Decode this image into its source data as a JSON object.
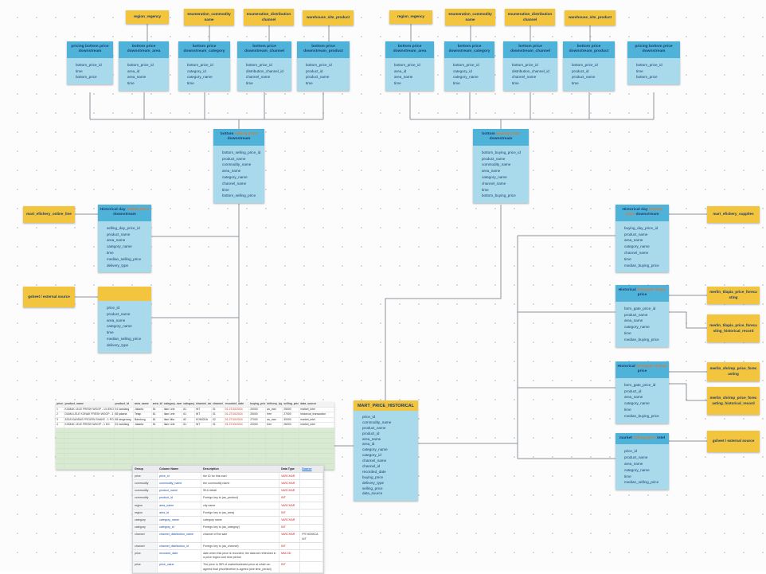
{
  "app": {
    "type": "diagram-whiteboard-canvas"
  },
  "colors": {
    "note_yellow": "#F3C53F",
    "entity_header_blue": "#4FB3D9",
    "entity_body_blue": "#A9DAEC",
    "text_navy": "#1A3C6E",
    "highlight_orange": "#E0762F",
    "connector_gray": "#8B939C",
    "sheet_green": "#D9EAD3"
  },
  "notes": {
    "region_l": "region_regency",
    "commodity_l": "enumeration_commodity name",
    "channel_l": "enumeration_distribution channel",
    "product_l": "warehouse_site_product",
    "region_r": "region_regency",
    "commodity_r": "enumeration_commodity name",
    "channel_r": "enumeration_distribution channel",
    "product_r": "warehouse_site_product",
    "mart_line": "mart_efishery_online_line",
    "gsheet_left": "gsheet / external source",
    "mart_supplies": "mart_efishery_supplies",
    "tilapia_fc": "merlin_tilapia_price_forecasting",
    "tilapia_rec": "merlin_tilapia_price_forecasting_historical_record",
    "shrimp_fc": "merlin_shrimp_price_forecasting",
    "shrimp_rec": "merlin_shrimp_price_forecasting_historical_record",
    "gsheet_right": "gsheet / external source"
  },
  "entities": {
    "l_pricing": {
      "title": "pricing bottom price downstream",
      "fields": [
        "bottom_price_id",
        "time",
        "bottom_price"
      ]
    },
    "l_area": {
      "title": "bottom price downstream_area",
      "fields": [
        "bottom_price_id",
        "area_id",
        "area_name",
        "time"
      ]
    },
    "l_category": {
      "title": "bottom price downstream_category",
      "fields": [
        "bottom_price_id",
        "category_id",
        "category_name",
        "time"
      ]
    },
    "l_channel": {
      "title": "bottom price downstream_channel",
      "fields": [
        "bottom_price_id",
        "distribution_channel_id",
        "channel_name",
        "time"
      ]
    },
    "l_product": {
      "title": "bottom price downstream_product",
      "fields": [
        "bottom_price_id",
        "product_id",
        "product_name",
        "time"
      ]
    },
    "selling": {
      "title": "bottom selling price downstream",
      "title_parts": [
        [
          "bottom ",
          0
        ],
        [
          "selling price",
          1
        ],
        [
          " downstream",
          0
        ]
      ],
      "fields": [
        "bottom_selling_price_id",
        "product_name",
        "commodity_name",
        "area_name",
        "category_name",
        "channel_name",
        "time",
        "bottom_selling_price"
      ]
    },
    "r_area": {
      "title": "bottom price downstream_area",
      "fields": [
        "bottom_price_id",
        "area_id",
        "area_name",
        "time"
      ]
    },
    "r_category": {
      "title": "bottom price downstream_category",
      "fields": [
        "bottom_price_id",
        "category_id",
        "category_name",
        "time"
      ]
    },
    "r_channel": {
      "title": "bottom price downstream_channel",
      "fields": [
        "bottom_price_id",
        "distribution_channel_id",
        "channel_name",
        "time"
      ]
    },
    "r_product": {
      "title": "bottom price downstream_product",
      "fields": [
        "bottom_price_id",
        "product_id",
        "product_name",
        "time"
      ]
    },
    "r_pricing": {
      "title": "pricing bottom price downstream",
      "fields": [
        "bottom_price_id",
        "time",
        "bottom_price"
      ]
    },
    "buying": {
      "title": "bottom Buying price downstream",
      "title_parts": [
        [
          "bottom ",
          0
        ],
        [
          "Buying price",
          1
        ],
        [
          " downstream",
          0
        ]
      ],
      "fields": [
        "bottom_buying_price_id",
        "product_name",
        "commodity_name",
        "area_name",
        "category_name",
        "channel_name",
        "time",
        "bottom_buying_price"
      ]
    },
    "hist_selling": {
      "title": "Historical day selling price downstream",
      "title_parts": [
        [
          "Historical day ",
          0
        ],
        [
          "selling price",
          1
        ],
        [
          " downstream",
          0
        ]
      ],
      "fields": [
        "selling_day_price_id",
        "product_name",
        "area_name",
        "category_name",
        "time",
        "median_selling_price",
        "delivery_type"
      ]
    },
    "ext_selling": {
      "title": "",
      "fields": [
        "price_id",
        "product_name",
        "area_name",
        "category_name",
        "time",
        "median_selling_price",
        "delivery_type"
      ]
    },
    "hist_buying": {
      "title": "Historical day Buying price downstream",
      "title_parts": [
        [
          "Historical day ",
          0
        ],
        [
          "Buying price",
          1
        ],
        [
          " downstream",
          0
        ]
      ],
      "fields": [
        "buying_day_price_id",
        "product_name",
        "area_name",
        "category_name",
        "channel_name",
        "time",
        "median_buying_price"
      ]
    },
    "farmgate_tilapia": {
      "title": "Historical farmgate tilapia price",
      "title_parts": [
        [
          "Historical ",
          0
        ],
        [
          "farmgate tilapia",
          1
        ],
        [
          " price",
          0
        ]
      ],
      "fields": [
        "farm_gate_price_id",
        "product_name",
        "area_name",
        "category_name",
        "time",
        "median_buying_price"
      ]
    },
    "farmgate_shrimp": {
      "title": "Historical farmgate shrimp price",
      "title_parts": [
        [
          "Historical ",
          0
        ],
        [
          "farmgate shrimp",
          1
        ],
        [
          " price",
          0
        ]
      ],
      "fields": [
        "farm_gate_price_id",
        "product_id",
        "area_name",
        "category_name",
        "time",
        "median_buying_price"
      ]
    },
    "market_intel": {
      "title": "market selling price intel",
      "title_parts": [
        [
          "market ",
          0
        ],
        [
          "selling price",
          1
        ],
        [
          " intel",
          0
        ]
      ],
      "fields": [
        "price_id",
        "product_name",
        "area_name",
        "category_name",
        "time",
        "median_selling_price"
      ]
    },
    "mart": {
      "title": "MART_PRICE_HISTORICAL",
      "fields": [
        "price_id",
        "commodity_name",
        "product_name",
        "product_id",
        "area_name",
        "area_id",
        "category_name",
        "category_id",
        "channel_name",
        "channel_id",
        "recorded_date",
        "buying_price",
        "delivery_type",
        "selling_price",
        "data_source"
      ]
    }
  },
  "sheet": {
    "headers": [
      "price_id",
      "product_name",
      "product_id",
      "area_name",
      "area_id",
      "category_name",
      "category_id",
      "channel_name",
      "channel_id",
      "recorded_date",
      "buying_price",
      "delivery_type",
      "selling_price",
      "data_source"
    ],
    "rows": [
      [
        "1",
        "KOMAK LELE FRESH WGGP - 1/4 EKOR/KG",
        "51 kandang",
        "Jakarta",
        "51",
        "Ikan Lele",
        "61",
        "WT",
        "01",
        "01-27/10/2024",
        "20000",
        "as_own",
        "25000",
        "market_intel"
      ],
      [
        "2",
        "DUMA LELE KONAK FRESH WGGP - 1 EKOR",
        "85 jakarta",
        "Tetap",
        "61",
        "Ikan Lele",
        "61",
        "WT",
        "01",
        "01-27/10/2024",
        "25000",
        "free",
        "27000",
        "historical_transaction"
      ],
      [
        "3",
        "ATAS KANSAS FROZEN SHAKE - 1 PCS/KT",
        "85 tangerang",
        "Bandung",
        "61",
        "Ikan Nila",
        "62",
        "KOMODA",
        "02",
        "01-27/10/2024",
        "27000",
        "as_own",
        "30000",
        "market_intel"
      ],
      [
        "4",
        "KOMAK LELE FRESH WGGP - 1 KG",
        "51 kandang",
        "Jakarta",
        "51",
        "Ikan Lele",
        "61",
        "WT",
        "01",
        "01-27/10/2024",
        "22000",
        "free",
        "26000",
        "market_intel"
      ]
    ],
    "empty_rows": 8
  },
  "dictionary": {
    "headers": [
      "Group",
      "Column Name",
      "Description",
      "Data Type",
      "Source"
    ],
    "rows": [
      [
        "price",
        "price_id",
        "the ID for this mart",
        "VARCHAR",
        ""
      ],
      [
        "commodity",
        "commodity_name",
        "the commodity name",
        "VARCHAR",
        ""
      ],
      [
        "commodity",
        "product_name",
        "SKU detail",
        "VARCHAR",
        ""
      ],
      [
        "commodity",
        "product_id",
        "Foreign key to (as_product)",
        "INT",
        ""
      ],
      [
        "region",
        "area_name",
        "city name",
        "VARCHAR",
        ""
      ],
      [
        "region",
        "area_id",
        "Foreign key to (as_area)",
        "INT",
        ""
      ],
      [
        "category",
        "category_name",
        "category name",
        "VARCHAR",
        ""
      ],
      [
        "category",
        "category_id",
        "Foreign key to (as_category)",
        "INT",
        ""
      ],
      [
        "channel",
        "channel_distribution_name",
        "channel of the sale",
        "VARCHAR",
        "FR NOMICA WT"
      ],
      [
        "channel",
        "channel_distribution_id",
        "Foreign key to (as_channel)",
        "INT",
        ""
      ],
      [
        "price",
        "recorded_date",
        "date when this price is recorded; the data set refreshed in a price region and time period",
        "MM-DD",
        ""
      ],
      [
        "price",
        "price_value",
        "The price in IDR of market/selected price at which an agreed final price/timeline is agreed (see time_period)",
        "INT",
        ""
      ]
    ]
  }
}
